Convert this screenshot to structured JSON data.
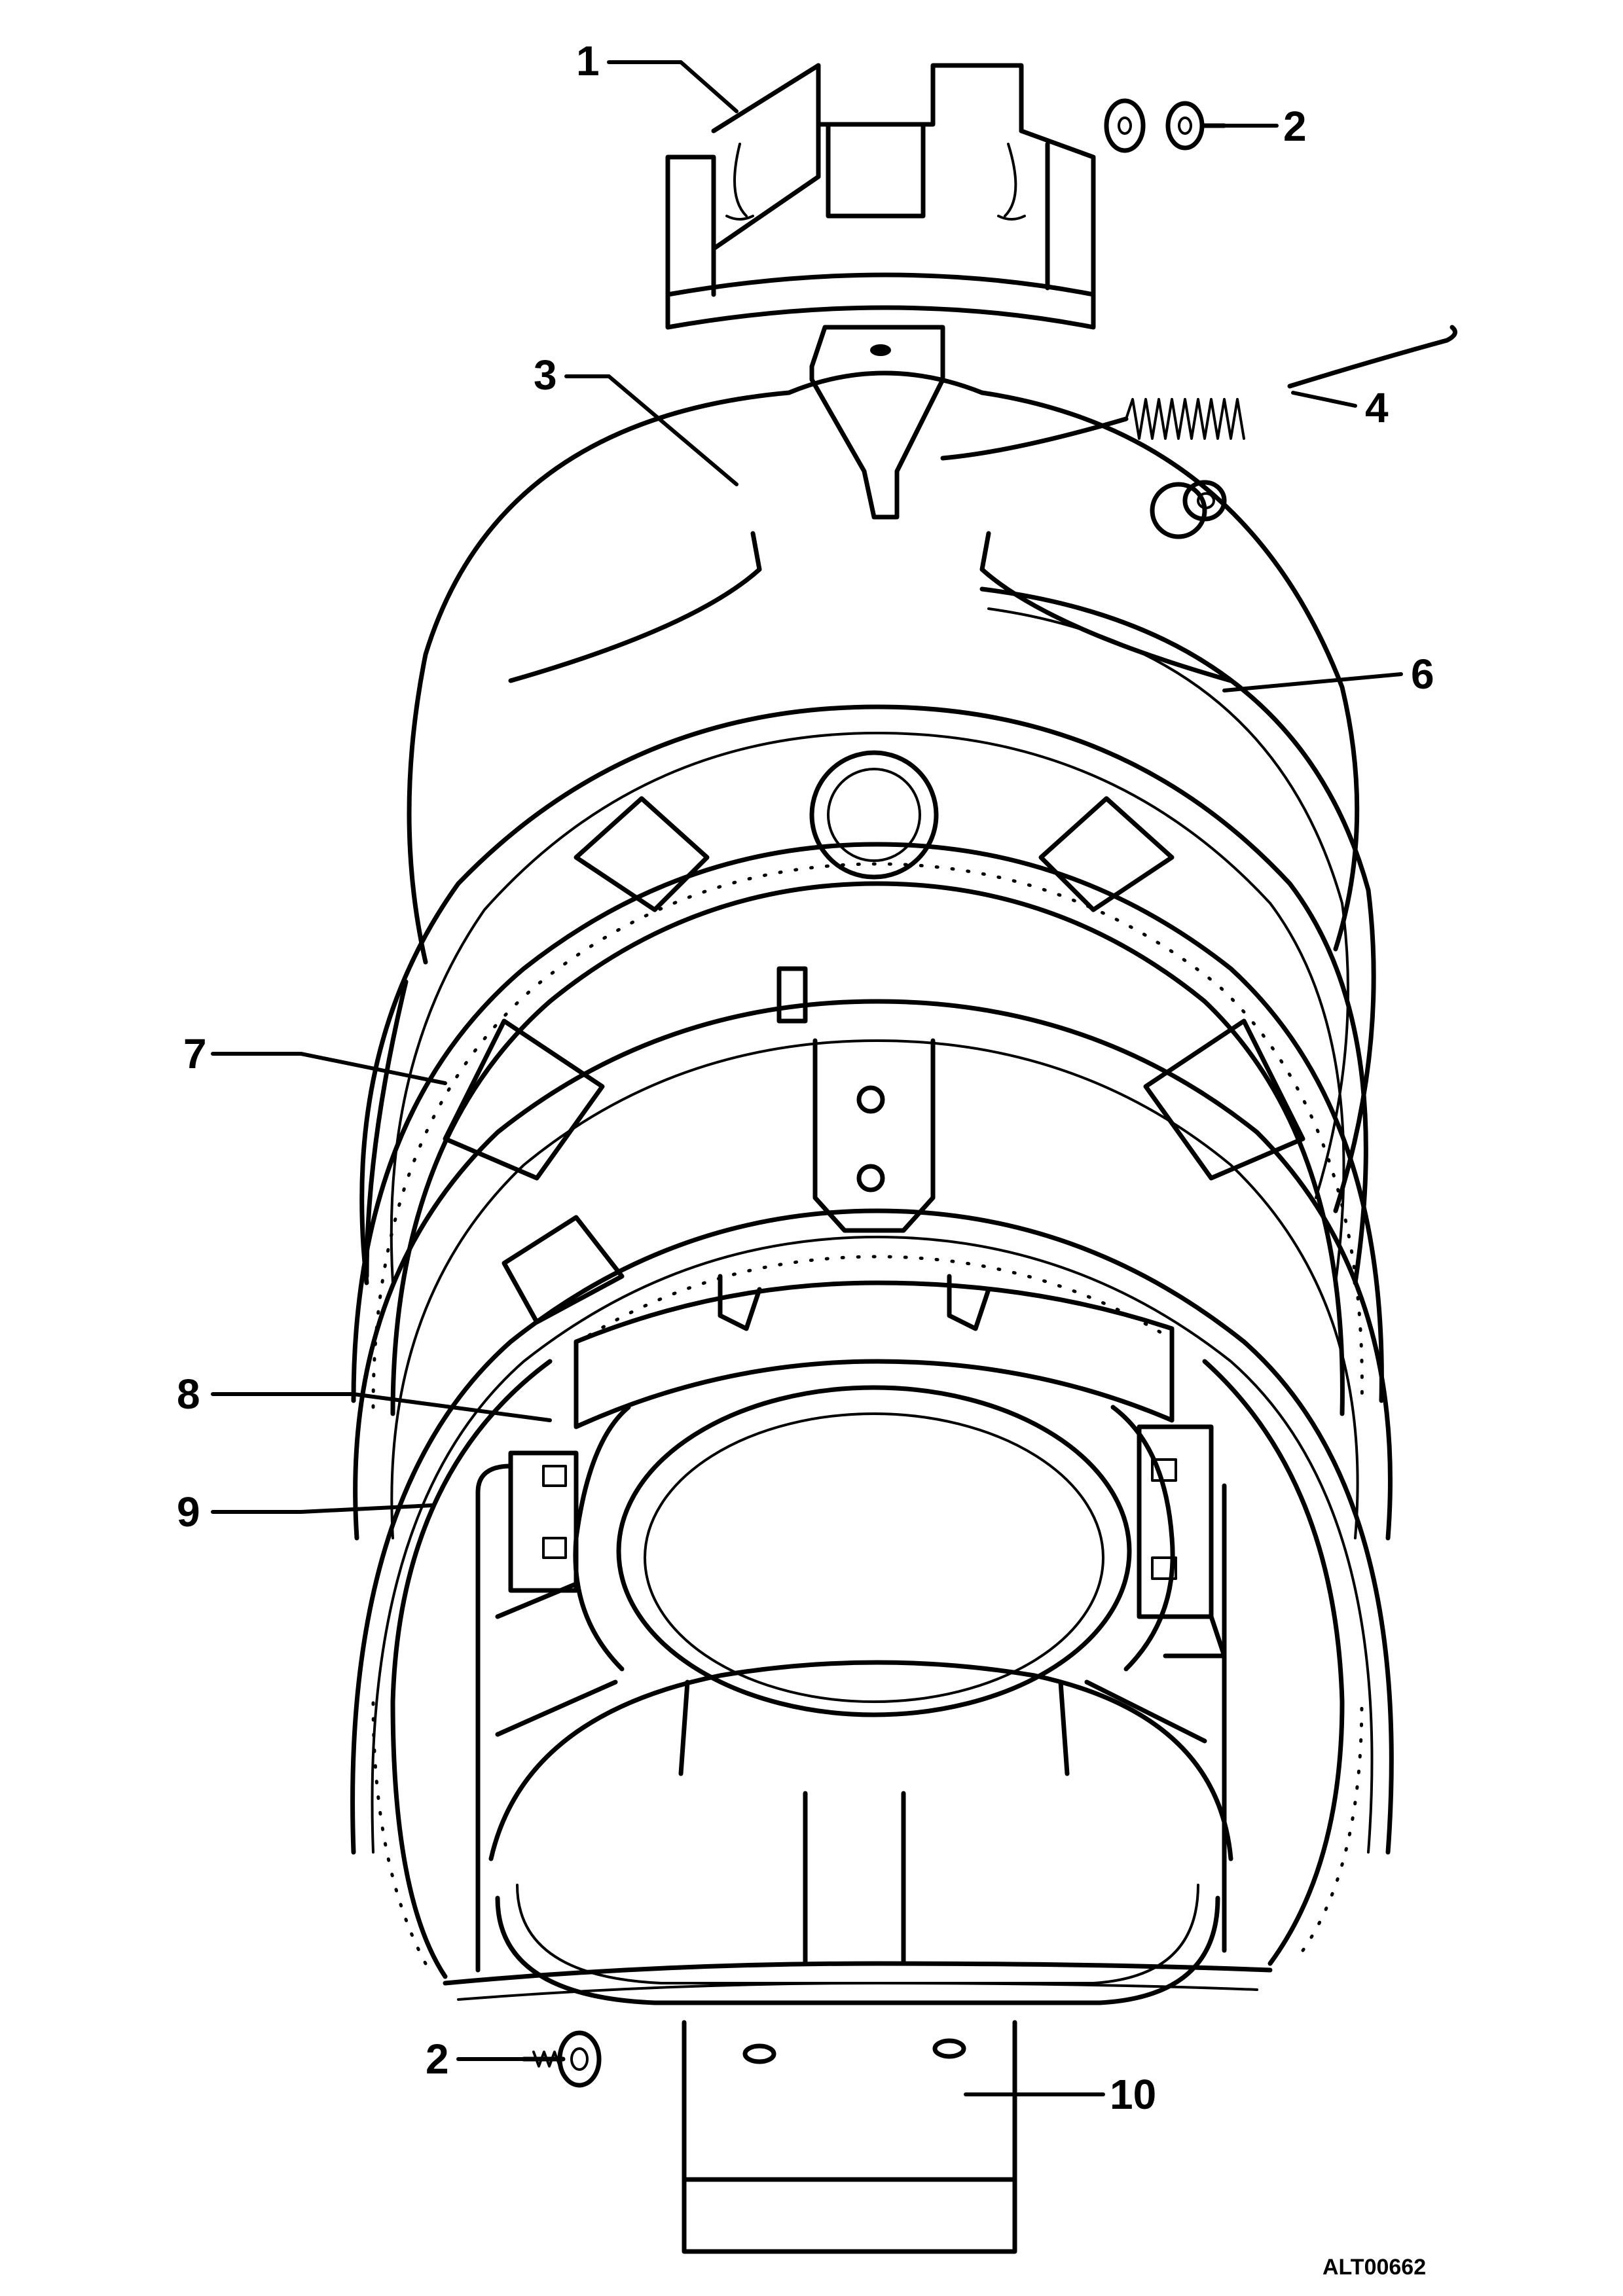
{
  "callouts": {
    "c1": "1",
    "c2_top": "2",
    "c3": "3",
    "c4": "4",
    "c6": "6",
    "c7": "7",
    "c8": "8",
    "c9": "9",
    "c2_bottom": "2",
    "c10": "10"
  },
  "figure_id": "ALT00662",
  "colors": {
    "ink": "#000000",
    "paper": "#ffffff"
  }
}
